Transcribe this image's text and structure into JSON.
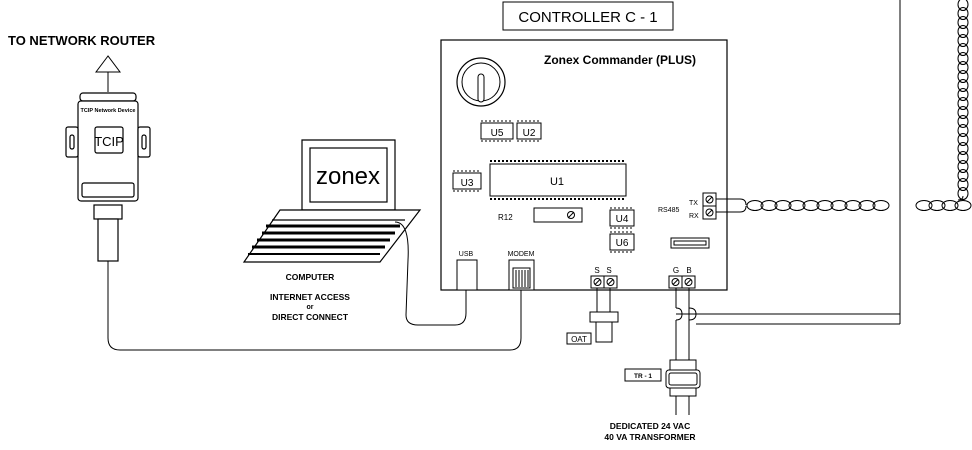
{
  "title": "CONTROLLER C - 1",
  "router_label": "TO NETWORK ROUTER",
  "tcip_device": {
    "header": "TCIP Network Device",
    "label": "TCIP"
  },
  "computer": {
    "screen_text": "zonex",
    "label_line1": "COMPUTER",
    "label_line2": "INTERNET ACCESS",
    "label_line3": "or",
    "label_line4": "DIRECT CONNECT"
  },
  "controller": {
    "name": "Zonex Commander (PLUS)",
    "chips": {
      "u5": "U5",
      "u2": "U2",
      "u3": "U3",
      "u1": "U1",
      "u4": "U4",
      "u6": "U6"
    },
    "r12": "R12",
    "rs485": "RS485",
    "tx": "TX",
    "rx": "RX",
    "usb": "USB",
    "modem": "MODEM",
    "s_left": "S",
    "s_right": "S",
    "g": "G",
    "b": "B"
  },
  "oat": "OAT",
  "transformer": {
    "tag": "TR - 1",
    "label_line1": "DEDICATED 24 VAC",
    "label_line2": "40 VA TRANSFORMER"
  }
}
